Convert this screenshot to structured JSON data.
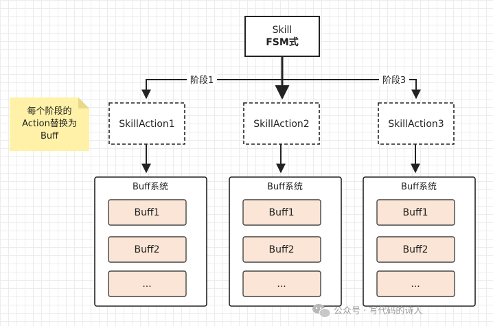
{
  "fsm": {
    "line1": "Skill",
    "line2": "FSM式"
  },
  "stage_labels": [
    "阶段1",
    "阶段3"
  ],
  "actions": [
    "SkillAction1",
    "SkillAction2",
    "SkillAction3"
  ],
  "buff_system_title": "Buff系统",
  "buff_items": [
    "Buff1",
    "Buff2",
    "..."
  ],
  "note": {
    "lines": [
      "每个阶段的",
      "Action替换为",
      "Buff"
    ]
  },
  "watermark": {
    "text": "公众号 · 写代码的诗人",
    "icon": "wechat-icon"
  },
  "colors": {
    "line": "#222222",
    "buff_fill": "#fbe5d6",
    "buff_border": "#444444",
    "note_fill": "#fff2a8",
    "note_fold": "#e6d98a"
  }
}
